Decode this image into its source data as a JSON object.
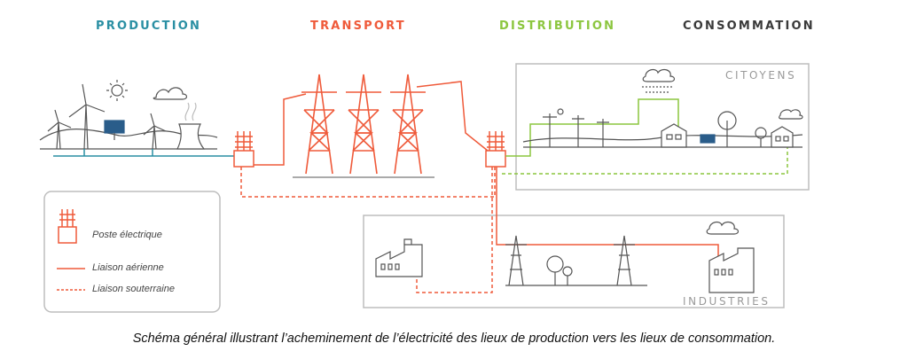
{
  "headers": {
    "production": "PRODUCTION",
    "transport": "TRANSPORT",
    "distribution": "DISTRIBUTION",
    "consommation": "CONSOMMATION"
  },
  "areas": {
    "citoyens": "CITOYENS",
    "industries": "INDUSTRIES"
  },
  "legend": {
    "poste": "Poste électrique",
    "aerienne": "Liaison aérienne",
    "souterraine": "Liaison souterraine"
  },
  "caption": "Schéma général illustrant l’acheminement de l’électricité des lieux de production vers les lieux de consommation.",
  "colors": {
    "production": "#2a8fa3",
    "transport": "#ef5a3a",
    "distribution": "#8cc63f",
    "consommation": "#3a3a3a",
    "line_art": "#555555"
  }
}
